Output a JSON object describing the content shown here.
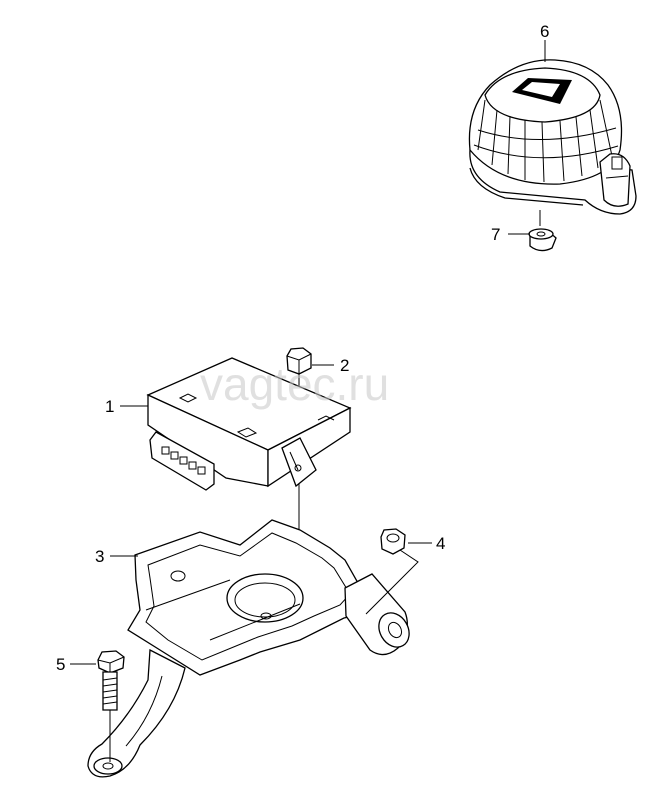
{
  "watermark": "vagtec.ru",
  "callouts": [
    {
      "id": "1",
      "label": "1"
    },
    {
      "id": "2",
      "label": "2"
    },
    {
      "id": "3",
      "label": "3"
    },
    {
      "id": "4",
      "label": "4"
    },
    {
      "id": "5",
      "label": "5"
    },
    {
      "id": "6",
      "label": "6"
    },
    {
      "id": "7",
      "label": "7"
    }
  ],
  "parts": [
    {
      "callout": "1",
      "name": "control-unit",
      "icon": "control-unit-icon"
    },
    {
      "callout": "2",
      "name": "hex-nut-top",
      "icon": "hex-nut-icon"
    },
    {
      "callout": "3",
      "name": "mounting-bracket",
      "icon": "bracket-icon"
    },
    {
      "callout": "4",
      "name": "hex-nut-side",
      "icon": "hex-nut-icon"
    },
    {
      "callout": "5",
      "name": "hex-bolt",
      "icon": "bolt-icon"
    },
    {
      "callout": "6",
      "name": "siren-horn",
      "icon": "siren-icon"
    },
    {
      "callout": "7",
      "name": "flange-nut",
      "icon": "flange-nut-icon"
    }
  ]
}
